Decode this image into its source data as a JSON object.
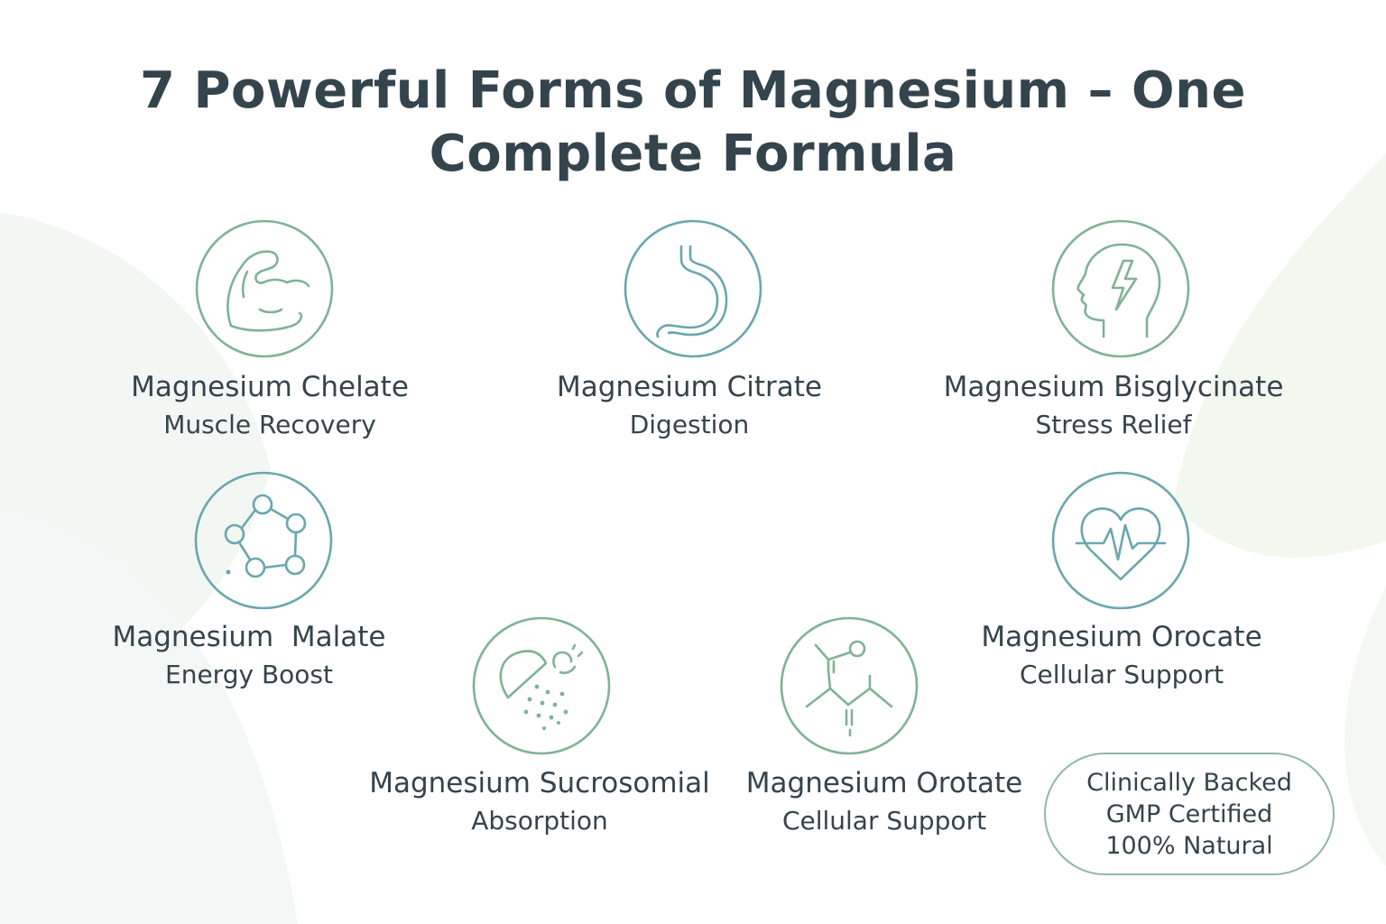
{
  "title": "7 Powerful Forms of Magnesium – One Complete Formula",
  "colors": {
    "green": "#7fb394",
    "teal": "#6aa7ad",
    "text": "#34444d",
    "leaf": "#eef5f0"
  },
  "forms": [
    {
      "id": "chelate",
      "name": "Magnesium Chelate",
      "benefit": "Muscle Recovery",
      "icon": "flexed-bicep-icon"
    },
    {
      "id": "citrate",
      "name": "Magnesium Citrate",
      "benefit": "Digestion",
      "icon": "stomach-icon"
    },
    {
      "id": "bisglycinate",
      "name": "Magnesium Bisglycinate",
      "benefit": "Stress Relief",
      "icon": "head-lightning-icon"
    },
    {
      "id": "malate",
      "name": "Magnesium  Malate",
      "benefit": "Energy Boost",
      "icon": "molecule-ring-icon"
    },
    {
      "id": "orocate",
      "name": "Magnesium Orocate",
      "benefit": "Cellular Support",
      "icon": "heart-pulse-icon"
    },
    {
      "id": "sucrosomial",
      "name": "Magnesium Sucrosomial",
      "benefit": "Absorption",
      "icon": "capsule-particles-icon"
    },
    {
      "id": "orotate",
      "name": "Magnesium Orotate",
      "benefit": "Cellular Support",
      "icon": "molecule-structure-icon"
    }
  ],
  "badge": {
    "line1": "Clinically Backed",
    "line2": "GMP Certified",
    "line3": "100% Natural"
  }
}
